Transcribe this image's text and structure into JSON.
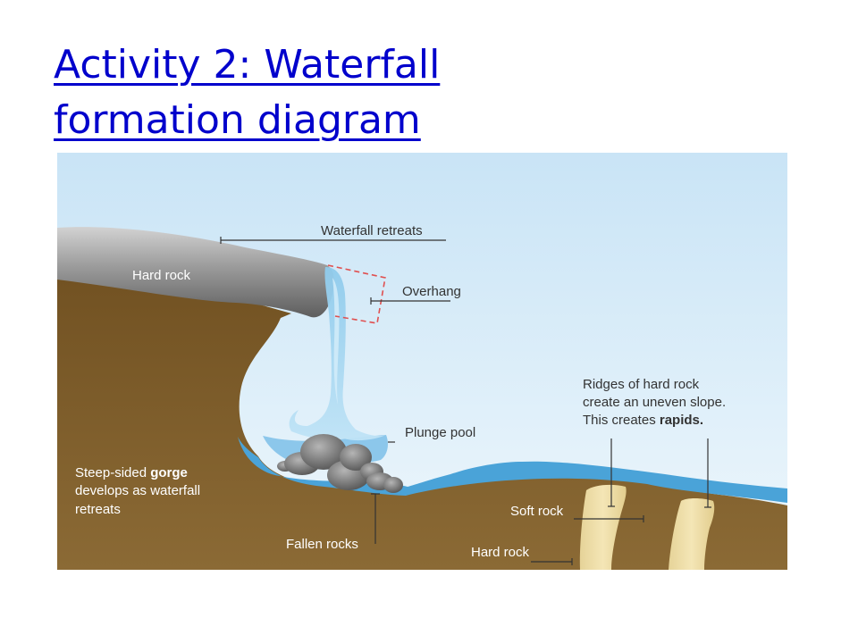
{
  "title": {
    "line1": "Activity 2: Waterfall",
    "line2": "formation diagram"
  },
  "diagram": {
    "labels": {
      "waterfall_retreats": "Waterfall retreats",
      "hard_rock_top": "Hard rock",
      "overhang": "Overhang",
      "ridges_line1": "Ridges of hard rock",
      "ridges_line2": "create an uneven slope.",
      "ridges_line3_prefix": "This creates ",
      "ridges_line3_bold": "rapids.",
      "plunge_pool": "Plunge pool",
      "gorge_line1_prefix": "Steep-sided ",
      "gorge_line1_bold": "gorge",
      "gorge_line2": "develops as waterfall",
      "gorge_line3": "retreats",
      "soft_rock": "Soft rock",
      "fallen_rocks": "Fallen rocks",
      "hard_rock_bottom": "Hard rock"
    },
    "colors": {
      "sky": "#dceef9",
      "ground": "#7a5a2a",
      "hard_rock": "#8c8c8c",
      "water": "#4aa3d8",
      "soft_rock_ridge": "#f0e0aa",
      "title": "#0000cc",
      "overhang_outline": "#e05050"
    }
  }
}
